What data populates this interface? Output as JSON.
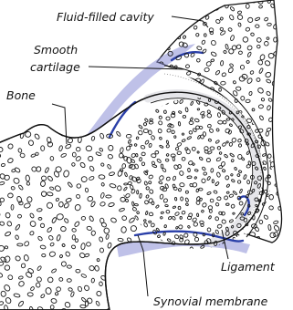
{
  "diagram": {
    "labels": {
      "fluid_filled_cavity": "Fluid-filled cavity",
      "smooth_cartilage_line1": "Smooth",
      "smooth_cartilage_line2": "cartilage",
      "bone": "Bone",
      "ligament": "Ligament",
      "synovial_membrane": "Synovial membrane"
    },
    "colors": {
      "outline": "#111111",
      "synovial_fill": "#8a8ed6",
      "synovial_line": "#2a3fa8",
      "cartilage": "#e6e6ea",
      "fluid_cavity": "#ffffff",
      "bone_pores": "#1a1a1a"
    }
  }
}
